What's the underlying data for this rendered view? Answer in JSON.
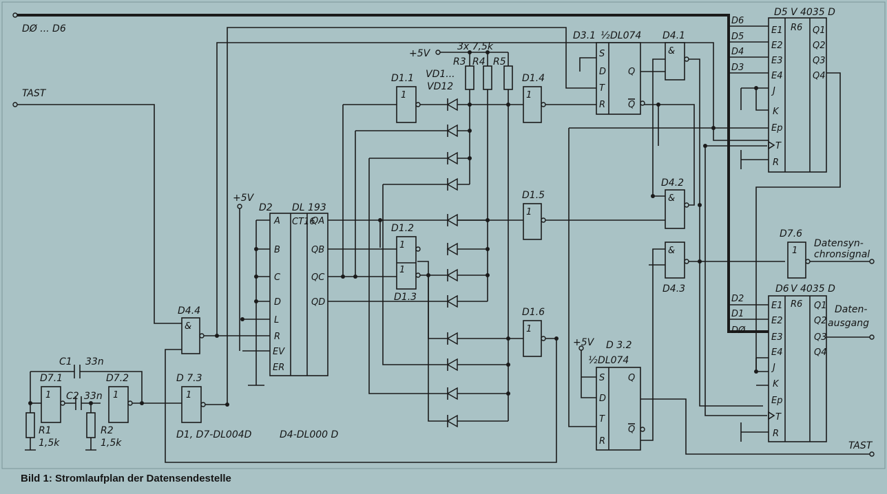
{
  "caption": "Bild 1: Stromlaufplan der Datensendestelle",
  "io": {
    "bus": "DØ ... D6",
    "tast_in": "TAST",
    "tast_out": "TAST",
    "sync_out_1": "Datensyn-",
    "sync_out_2": "chronsignal",
    "data_out_1": "Daten-",
    "data_out_2": "ausgang"
  },
  "supply": {
    "d2": "+5V",
    "r": "+5V",
    "d32": "+5V"
  },
  "res": {
    "header": "3x 7,5k",
    "r3": "R3",
    "r4": "R4",
    "r5": "R5",
    "diodes_1": "VD1...",
    "diodes_2": "VD12"
  },
  "d2": {
    "name": "D2",
    "type": "DL 193",
    "func": "CT16",
    "in": [
      "A",
      "B",
      "C",
      "D",
      "L",
      "R",
      "EV",
      "ER"
    ],
    "out": [
      "QA",
      "QB",
      "QC",
      "QD"
    ]
  },
  "d5": {
    "name": "D5",
    "type": "V 4035 D",
    "func": "R6",
    "in": [
      "E1",
      "E2",
      "E3",
      "E4",
      "J",
      "K",
      "Ep",
      "T",
      "R"
    ],
    "out": [
      "Q1",
      "Q2",
      "Q3",
      "Q4"
    ],
    "bus_in": [
      "D6",
      "D5",
      "D4",
      "D3"
    ]
  },
  "d6": {
    "name": "D6",
    "type": "V 4035 D",
    "func": "R6",
    "in": [
      "E1",
      "E2",
      "E3",
      "E4",
      "J",
      "K",
      "Ep",
      "T",
      "R"
    ],
    "out": [
      "Q1",
      "Q2",
      "Q3",
      "Q4"
    ],
    "bus_in": [
      "D2",
      "D1",
      "DØ"
    ]
  },
  "d31": {
    "name": "D3.1",
    "frac": "½",
    "type": "DL074",
    "in": [
      "S",
      "D",
      "T",
      "R"
    ],
    "out": [
      "Q",
      "Q"
    ]
  },
  "d32": {
    "name": "D 3.2",
    "frac": "½",
    "type": "DL074",
    "in": [
      "S",
      "D",
      "T",
      "R"
    ],
    "out": [
      "Q",
      "Q"
    ]
  },
  "gates": {
    "d11": "D1.1",
    "d14": "D1.4",
    "d15": "D1.5",
    "d16": "D1.6",
    "d12": "D1.2",
    "d13": "D1.3",
    "d41": "D4.1",
    "d42": "D4.2",
    "d43": "D4.3",
    "d44": "D4.4",
    "d71": "D7.1",
    "d72": "D7.2",
    "d73": "D 7.3",
    "d76": "D7.6"
  },
  "sym": {
    "inv": "1",
    "and": "&"
  },
  "rc": {
    "c1": "C1",
    "c1v": "33n",
    "c2": "C2",
    "c2v": "33n",
    "r1": "R1",
    "r1v": "1,5k",
    "r2": "R2",
    "r2v": "1,5k"
  },
  "types_note": "D1, D7-DL004D",
  "types_note2": "D4-DL000 D"
}
